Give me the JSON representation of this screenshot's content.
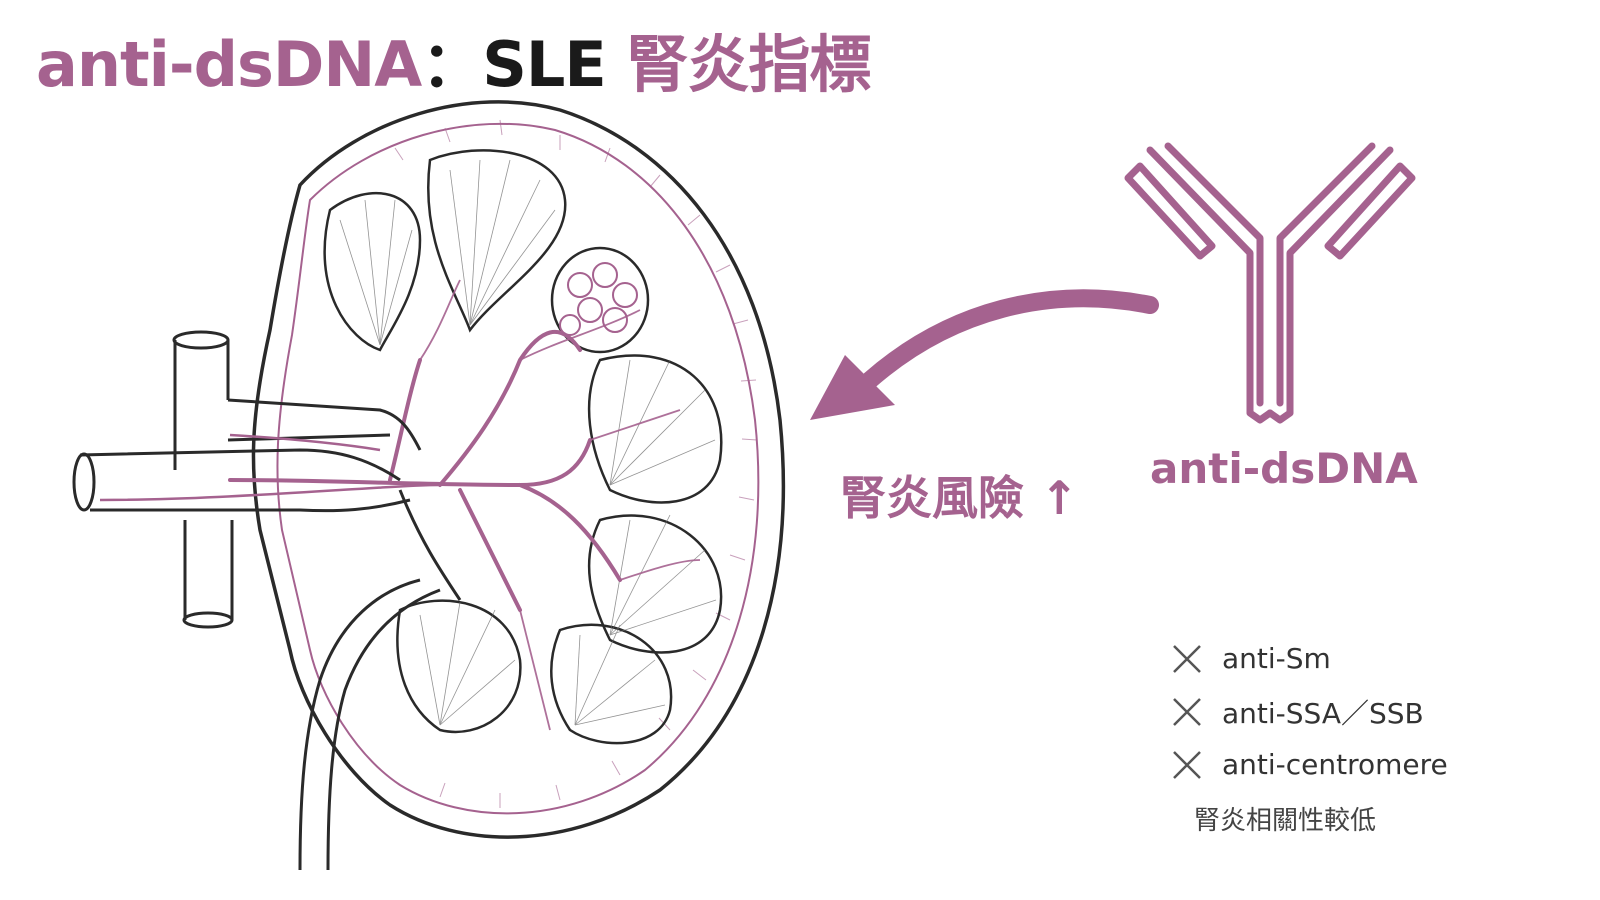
{
  "title": {
    "part1": "anti-dsDNA",
    "separator": "：",
    "part2": "SLE",
    "part3": " 腎炎指標"
  },
  "antibody_label": "anti-dsDNA",
  "risk_text": "腎炎風險 ↑",
  "excluded": [
    {
      "label": "anti-Sm",
      "icon": "x-icon"
    },
    {
      "label": "anti-SSA／SSB",
      "icon": "x-icon"
    },
    {
      "label": "anti-centromere",
      "icon": "x-icon"
    }
  ],
  "note": "腎炎相關性較低",
  "colors": {
    "accent": "#a5628f",
    "dark": "#1a1a1a",
    "line": "#2a2a2a"
  }
}
